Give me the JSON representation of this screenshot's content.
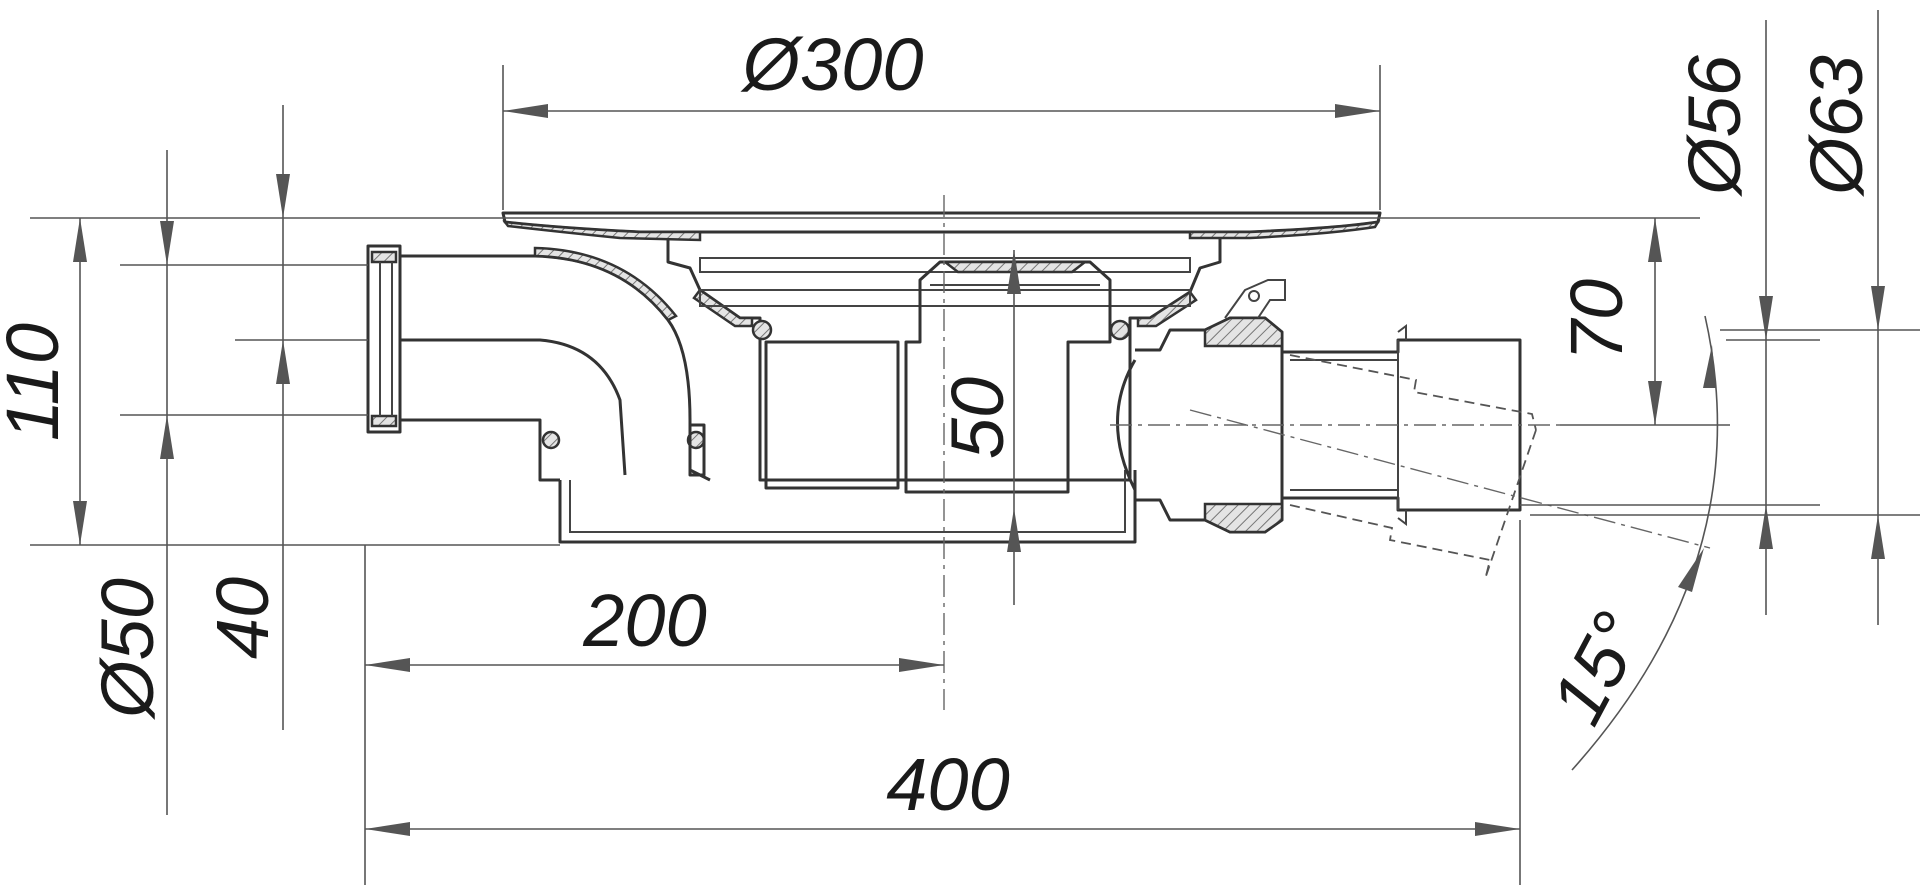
{
  "drawing": {
    "dimensions": {
      "top_diameter": "Ø300",
      "height_total": "110",
      "bottom_inlet_diameter": "Ø50",
      "inlet_offset": "40",
      "center_height": "50",
      "outlet_height": "70",
      "half_length": "200",
      "total_length": "400",
      "outlet_inner_diameter": "Ø56",
      "outlet_outer_diameter": "Ø63",
      "swivel_angle": "15°"
    }
  }
}
